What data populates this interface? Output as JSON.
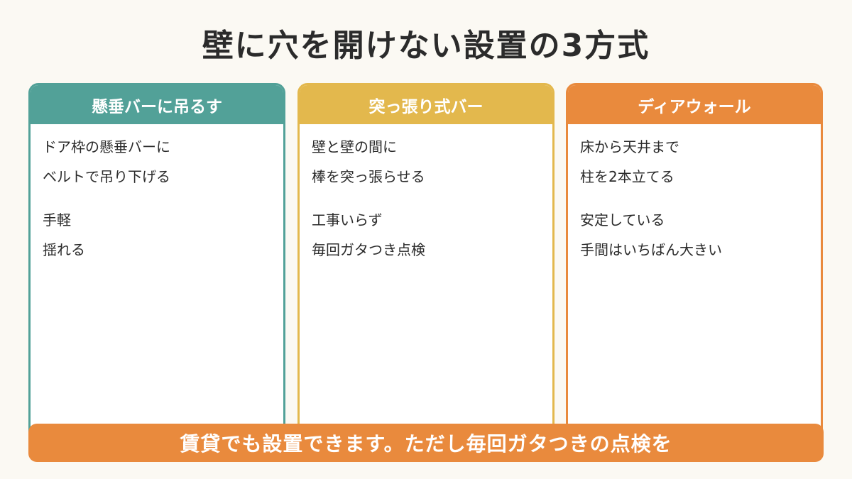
{
  "title": "壁に穴を開けない設置の3方式",
  "colors": {
    "background": "#FBF9F3",
    "teal": "#52A198",
    "yellow": "#E3B84D",
    "orange": "#E98A3D"
  },
  "cards": [
    {
      "header": "懸垂バーに吊るす",
      "lines": [
        "ドア枠の懸垂バーに",
        "ベルトで吊り下げる",
        "手軽",
        "揺れる"
      ]
    },
    {
      "header": "突っ張り式バー",
      "lines": [
        "壁と壁の間に",
        "棒を突っ張らせる",
        "工事いらず",
        "毎回ガタつき点検"
      ]
    },
    {
      "header": "ディアウォール",
      "lines": [
        "床から天井まで",
        "柱を2本立てる",
        "安定している",
        "手間はいちばん大きい"
      ]
    }
  ],
  "banner": "賃貸でも設置できます。ただし毎回ガタつきの点検を"
}
